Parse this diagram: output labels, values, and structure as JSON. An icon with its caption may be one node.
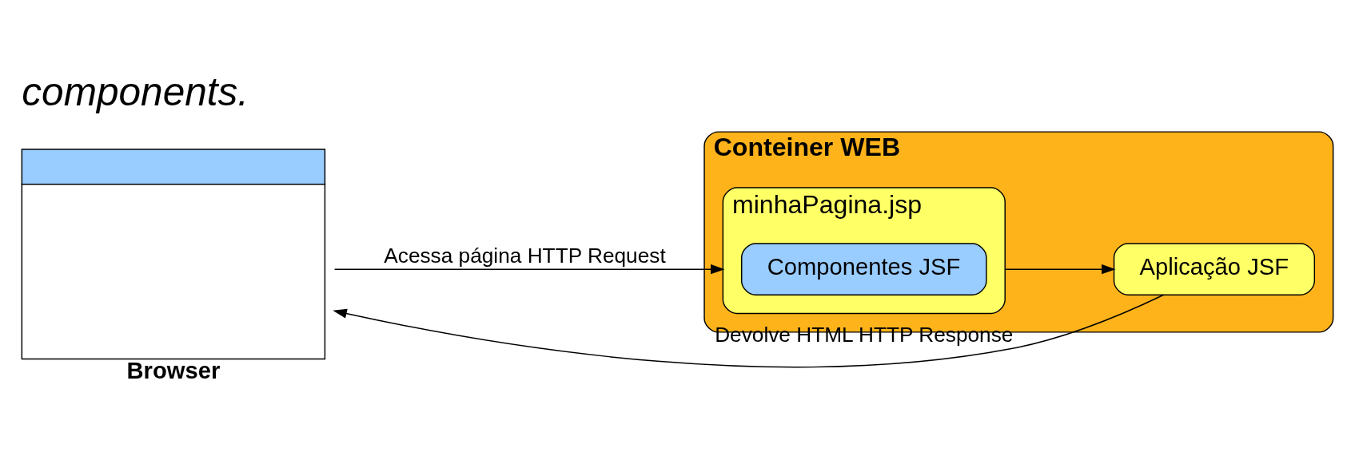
{
  "diagram": {
    "title": "components.",
    "nodes": [
      {
        "text": [
          "Browser"
        ]
      },
      {
        "text": [
          "Conteiner WEB"
        ]
      },
      {
        "text": [
          "minhaPagina.jsp"
        ],
        "in": 1
      },
      {
        "text": [
          "Componentes JSF"
        ],
        "in": 2
      },
      {
        "text": [
          "Aplicação JSF"
        ],
        "in": 1
      }
    ],
    "edges": [
      {
        "from": 0,
        "to": 2,
        "arrow": "to",
        "label": "Acessa página HTTP Request"
      },
      {
        "from": 2,
        "to": 4,
        "arrow": "to"
      },
      {
        "from": 4,
        "to": 0,
        "arrow": "to",
        "label": "Devolve HTML HTTP Response"
      }
    ]
  }
}
